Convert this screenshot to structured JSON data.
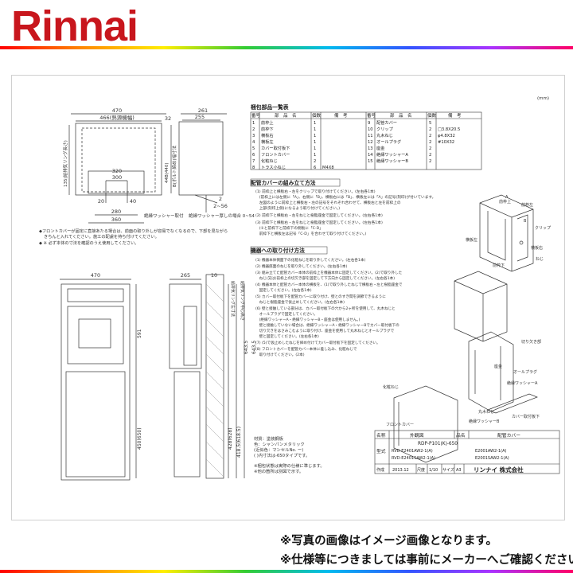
{
  "brand": {
    "logo_text": "Rinnai",
    "logo_color": "#c8161d"
  },
  "drawing": {
    "scale_mark": "(mm)",
    "top_view": {
      "dims": [
        "470",
        "466(熱源機幅)",
        "261",
        "255",
        "32",
        "135(給排気リング長さ)",
        "320",
        "300",
        "280",
        "360",
        "20",
        "40",
        "2",
        "2~56",
        "44B(440)",
        "B(ボルト締め)幅寸法"
      ],
      "note_gasket": "絶縁ワッシャー取付",
      "note_clearance": "絶縁ワッシャー厚しの場合 0~54"
    },
    "notes": [
      "◆フロントカバーが固定に直接あたる場合は、前面の取り外しが容易でなくなるので、下部を見ながら",
      "きちんと入れてください。施工の配慮を持ち付けてください。",
      "◆ ※ 必ず本体の寸法を確認のうえ使用してください。"
    ],
    "front_view": {
      "dims": [
        "470",
        "265",
        "10",
        "591",
        "643.5",
        "643.5",
        "450(650)",
        "428(628)",
        "418.5(618.5)"
      ],
      "side_labels": [
        "給排気リング左寸法",
        "給排気リング中心高さ"
      ]
    },
    "spec_notes": [
      "材質：塗装鋼板",
      "色：シャンパンメタリック",
      "(近似色：マンセルNo. ー)",
      "( )内寸法は-650タイプです。",
      "※梱包状態は実際の仕様に準じます。",
      "※他の箇所は別図で示す。"
    ],
    "parts_table": {
      "title": "梱包部品一覧表",
      "headers": [
        "番号",
        "部　品　名",
        "個数",
        "備　考",
        "番号",
        "部　品　名",
        "個数",
        "備　考"
      ],
      "rows": [
        [
          "1",
          "前枠上",
          "1",
          "",
          "9",
          "配管カバー",
          "5",
          ""
        ],
        [
          "2",
          "前枠下",
          "1",
          "",
          "10",
          "クリップ",
          "2",
          "□3.8X20.5"
        ],
        [
          "3",
          "横板右",
          "1",
          "",
          "11",
          "丸木ねじ",
          "2",
          "φ4.8X32"
        ],
        [
          "4",
          "横板左",
          "1",
          "",
          "12",
          "オールプラグ",
          "2",
          "#10X32"
        ],
        [
          "5",
          "カバー取付板下",
          "1",
          "",
          "13",
          "座金",
          "2",
          ""
        ],
        [
          "6",
          "フロントカバー",
          "1",
          "",
          "14",
          "絶縁ワッシャーA",
          "2",
          ""
        ],
        [
          "7",
          "化粧ねじ",
          "2",
          "",
          "15",
          "絶縁ワッシャーB",
          "2",
          ""
        ],
        [
          "8",
          "トラス小ねじ",
          "6",
          "M4X8",
          "",
          "",
          "",
          ""
        ]
      ]
    },
    "assembly_section": {
      "title": "配管カバーの組み立て方法",
      "steps": [
        "(1) 前枠上と横板右・左をクリップで取り付けてください。(左右各1本)",
        "　(前枠上には左側に「A」、右側に「B」、横板右には「B」、横板左には「A」の記号(刻印)が付いています。",
        "　左図のように前枠上と横板右・左の記号をそれぞれ合わせて、横板右と左を前枠上の",
        "　上部(刻印上側)になるよう取り付けてください。)",
        "(2) 前枠下と横板右・左をねじと樹脂座金で固定してください。(左右各1本)",
        "(3) 前枠下と横板右・左をねじと樹脂座金で固定してください。(左右各1本)",
        "　(①と前枠下と前枠下の側板に「C-D」",
        "　前枠下と横板左は記号「C-D」を合わせて取り付けてください。)"
      ]
    },
    "install_section": {
      "title": "機器への取り付け方法",
      "steps": [
        "(1) 機器本体側面下の化粧ねじを取り外してください。(左右各1本)",
        "(2) 機器底面のねじを取り外してください。(左右各1本)",
        "(3) 組み立てた配管カバー本体の前枠上を機器本体に固定してください。(2)で取り外した",
        "　ねじ(又は)前枠上の切欠き部を固定して下方向から固定してください。(左右各1本)",
        "(4) 機器本体と配管カバー本体の横板を、(1)で取り外したねじで横板右・左と樹脂座金で",
        "　固定してください。(左右各1本)",
        "(5) カバー取付板下を配管カバーに取り付け、壁とのすき間を調節できるように",
        "　ねじと樹脂座金で仮止めしてください。(左右各1本)",
        "(6) 壁と接触している部分は、カバー取付板下の穴から2ヶ所を使用して、丸木ねじと",
        "　オールプラグで固定してください。",
        "　(絶縁ワッシャーA・絶縁ワッシャーB・座金は使用しません。)",
        "　壁と接触していない場合は、絶縁ワッシャーA・絶縁ワッシャーBでカバー取付板下の",
        "　切り欠きをはさみこむように取り付け、座金を使用して丸木ねじとオールプラグで",
        "　壁と固定してください。(左右各1本)",
        "(7) (5)で仮止めしたねじを締め付けてカバー取付板下を固定してください。",
        "(8) フロントカバーを配管カバー本体に差し込み、化粧ねじで",
        "　取り付けてください。(2本)"
      ]
    },
    "iso_labels": {
      "top": [
        "前枠上",
        "前枠左",
        "A",
        "B",
        "クリップ",
        "横板左",
        "横板右",
        "前枠下",
        "ねじ"
      ],
      "bottom": [
        "切り欠き部",
        "化粧ねじ",
        "座金",
        "オールプラグ",
        "絶縁ワッシャーA",
        "丸木ねじ",
        "絶縁ワッシャーB",
        "カバー取付板下",
        "フロントカバー"
      ]
    },
    "title_block": {
      "r1": [
        "名称",
        "外観図",
        "品名",
        "配管カバー"
      ],
      "model_label": "型式",
      "model": "RDP-P101(K)-650",
      "models_sub": [
        "RVD-E2401AW2-1(A)",
        "E2001AW2-1(A)",
        "RVD-E2401SAW2-1(A)",
        "E2001SAW2-1(A)"
      ],
      "made_label": "作成",
      "date": "2013.12",
      "scale_label": "尺度",
      "scale": "1/10",
      "size_label": "サイズ",
      "size": "A3",
      "maker": "リンナイ 株式会社"
    }
  },
  "disclaimer": {
    "line1": "※写真の画像はイメージ画像となります。",
    "line2": "※仕様等につきましては事前にメーカーへご確認ください。"
  }
}
